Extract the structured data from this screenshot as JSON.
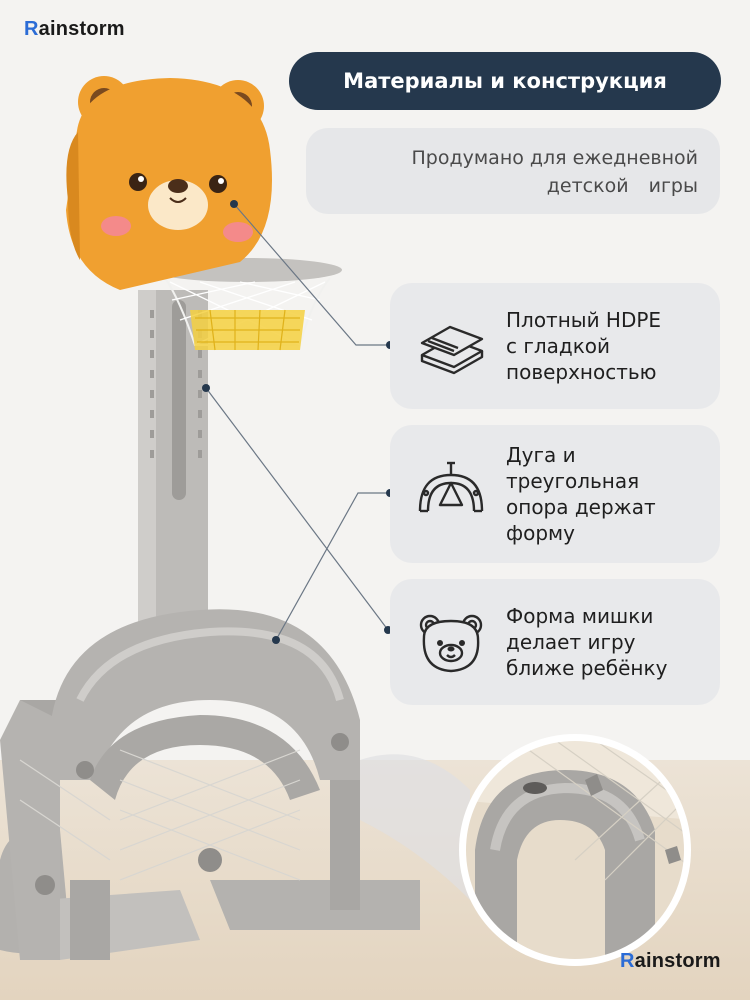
{
  "brand": {
    "first": "R",
    "rest": "ainstorm"
  },
  "title": "Материалы и конструкция",
  "subtitle": {
    "line1": "Продумано для ежедневной",
    "line2": "детской игры"
  },
  "features": [
    {
      "icon": "layered-sheets-icon",
      "text": "Плотный HDPE\nс гладкой\nповерхностью"
    },
    {
      "icon": "arch-tripod-icon",
      "text": "Дуга и\nтреугольная\nопора держат\nформу"
    },
    {
      "icon": "bear-face-icon",
      "text": "Форма мишки\nделает игру\nближе ребёнку"
    }
  ],
  "colors": {
    "title_bg": "#25384d",
    "card_bg": "#e8e9eb",
    "bear_orange": "#f0a030",
    "stand_gray": "#b9b7b4",
    "net_yellow": "#f4d03f"
  }
}
